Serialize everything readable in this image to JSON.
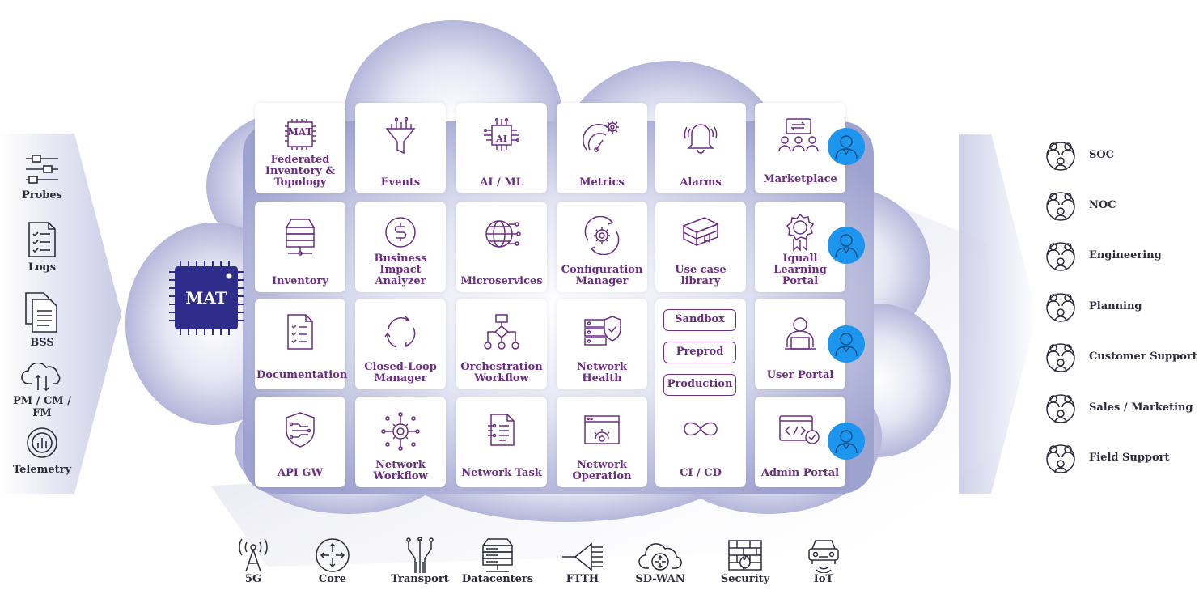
{
  "inputs": [
    {
      "label": "Probes",
      "icon": "sliders-icon"
    },
    {
      "label": "Logs",
      "icon": "checklist-icon"
    },
    {
      "label": "BSS",
      "icon": "documents-icon"
    },
    {
      "label": "PM / CM / FM",
      "icon": "cloud-transfer-icon"
    },
    {
      "label": "Telemetry",
      "icon": "gauge-chart-icon"
    }
  ],
  "core_chip": {
    "label": "MAT"
  },
  "tiles": {
    "federated": {
      "lines": [
        "Federated",
        "Inventory &",
        "Topology"
      ],
      "icon_label": "MAT"
    },
    "events": {
      "lines": [
        "Events"
      ]
    },
    "aiml": {
      "lines": [
        "AI / ML"
      ],
      "icon_label": "AI"
    },
    "metrics": {
      "lines": [
        "Metrics"
      ]
    },
    "alarms": {
      "lines": [
        "Alarms"
      ]
    },
    "marketplace": {
      "lines": [
        "Marketplace"
      ]
    },
    "inventory": {
      "lines": [
        "Inventory"
      ]
    },
    "bia": {
      "lines": [
        "Business",
        "Impact",
        "Analyzer"
      ]
    },
    "microservices": {
      "lines": [
        "Microservices"
      ]
    },
    "config": {
      "lines": [
        "Configuration",
        "Manager"
      ]
    },
    "usecase": {
      "lines": [
        "Use case",
        "library"
      ]
    },
    "iquall": {
      "lines": [
        "Iquall",
        "Learning",
        "Portal"
      ]
    },
    "documentation": {
      "lines": [
        "Documentation"
      ]
    },
    "closedloop": {
      "lines": [
        "Closed-Loop",
        "Manager"
      ]
    },
    "orchestration": {
      "lines": [
        "Orchestration",
        "Workflow"
      ]
    },
    "nethealth": {
      "lines": [
        "Network",
        "Health"
      ]
    },
    "userportal": {
      "lines": [
        "User Portal"
      ]
    },
    "apigw": {
      "lines": [
        "API GW"
      ]
    },
    "networkflow": {
      "lines": [
        "Network",
        "Workflow"
      ]
    },
    "nettask": {
      "lines": [
        "Network Task"
      ]
    },
    "netop": {
      "lines": [
        "Network",
        "Operation"
      ]
    },
    "adminportal": {
      "lines": [
        "Admin Portal"
      ]
    }
  },
  "cicd": {
    "environments": [
      "Sandbox",
      "Preprod",
      "Production"
    ],
    "label": "CI / CD"
  },
  "teams": [
    "SOC",
    "NOC",
    "Engineering",
    "Planning",
    "Customer Support",
    "Sales / Marketing",
    "Field Support"
  ],
  "networks": [
    {
      "label": "5G",
      "icon": "antenna-icon"
    },
    {
      "label": "Core",
      "icon": "router-icon"
    },
    {
      "label": "Transport",
      "icon": "fiber-icon"
    },
    {
      "label": "Datacenters",
      "icon": "server-rack-icon"
    },
    {
      "label": "FTTH",
      "icon": "splitter-icon"
    },
    {
      "label": "SD-WAN",
      "icon": "cloud-router-icon"
    },
    {
      "label": "Security",
      "icon": "firewall-icon"
    },
    {
      "label": "IoT",
      "icon": "car-icon"
    }
  ],
  "colors": {
    "accent": "#6a2d82",
    "chip": "#2e2d8c",
    "avatar": "#1b95ee",
    "cloud": "#b6b9db"
  }
}
